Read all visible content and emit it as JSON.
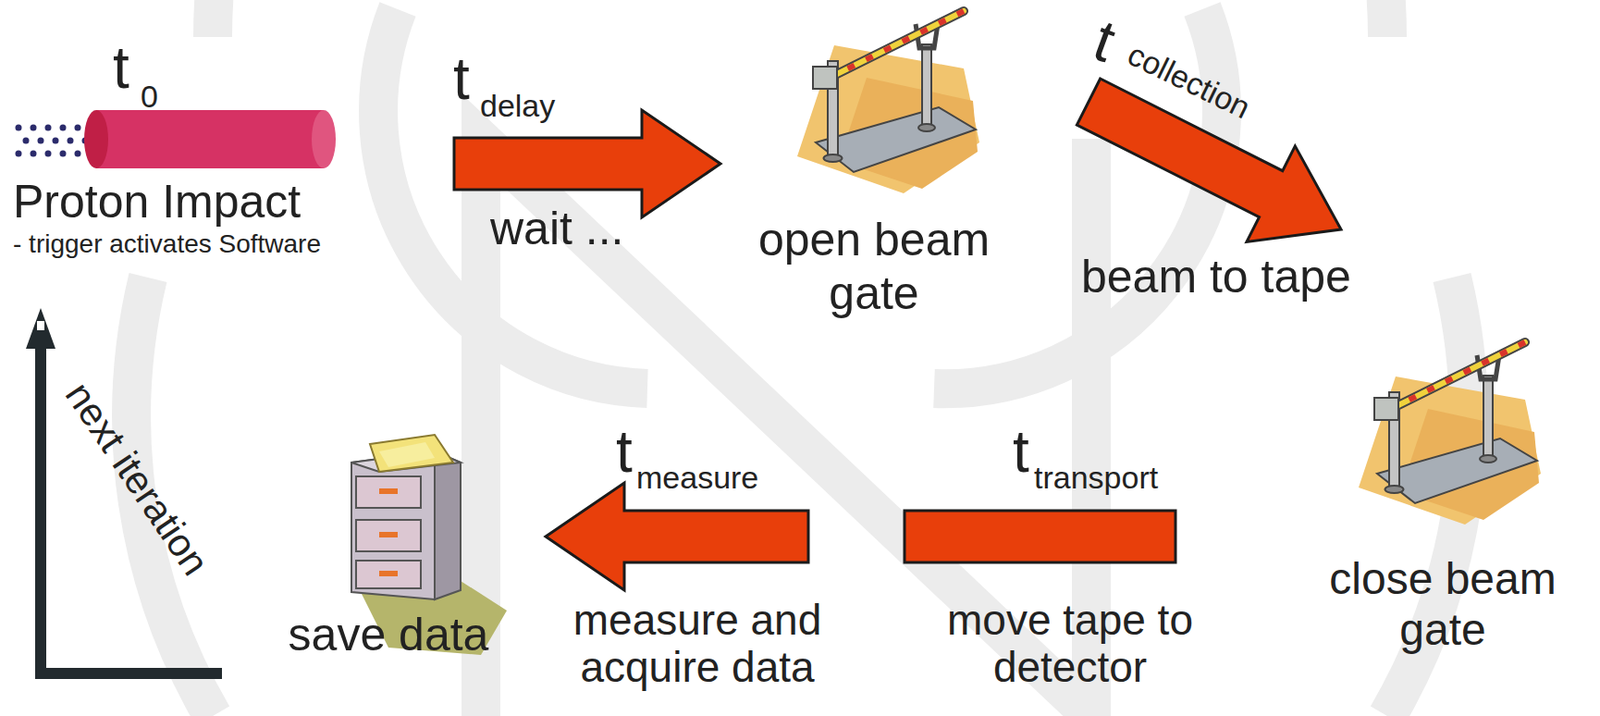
{
  "diagram": {
    "nodes": [
      {
        "text": [
          "Proton Impact",
          "- trigger activates Software"
        ]
      },
      {
        "text": [
          "open beam gate"
        ]
      },
      {
        "text": [
          "close beam gate"
        ]
      },
      {
        "text": [
          "save data"
        ]
      }
    ],
    "edges": [
      {
        "from": 0,
        "to": 1,
        "label": "wait ...",
        "arrow": "to"
      },
      {
        "from": 1,
        "to": 2,
        "label": "beam to tape",
        "arrow": "to"
      },
      {
        "from": 2,
        "to": 3,
        "label": "move tape to detector",
        "arrow": "to"
      },
      {
        "from": 3,
        "to": 0,
        "label": "next iteration",
        "arrow": "to"
      }
    ],
    "labels": [
      "t",
      "0",
      "t",
      "delay",
      "t",
      "collection",
      "t",
      "transport",
      "t",
      "measure",
      "measure and acquire data"
    ]
  }
}
